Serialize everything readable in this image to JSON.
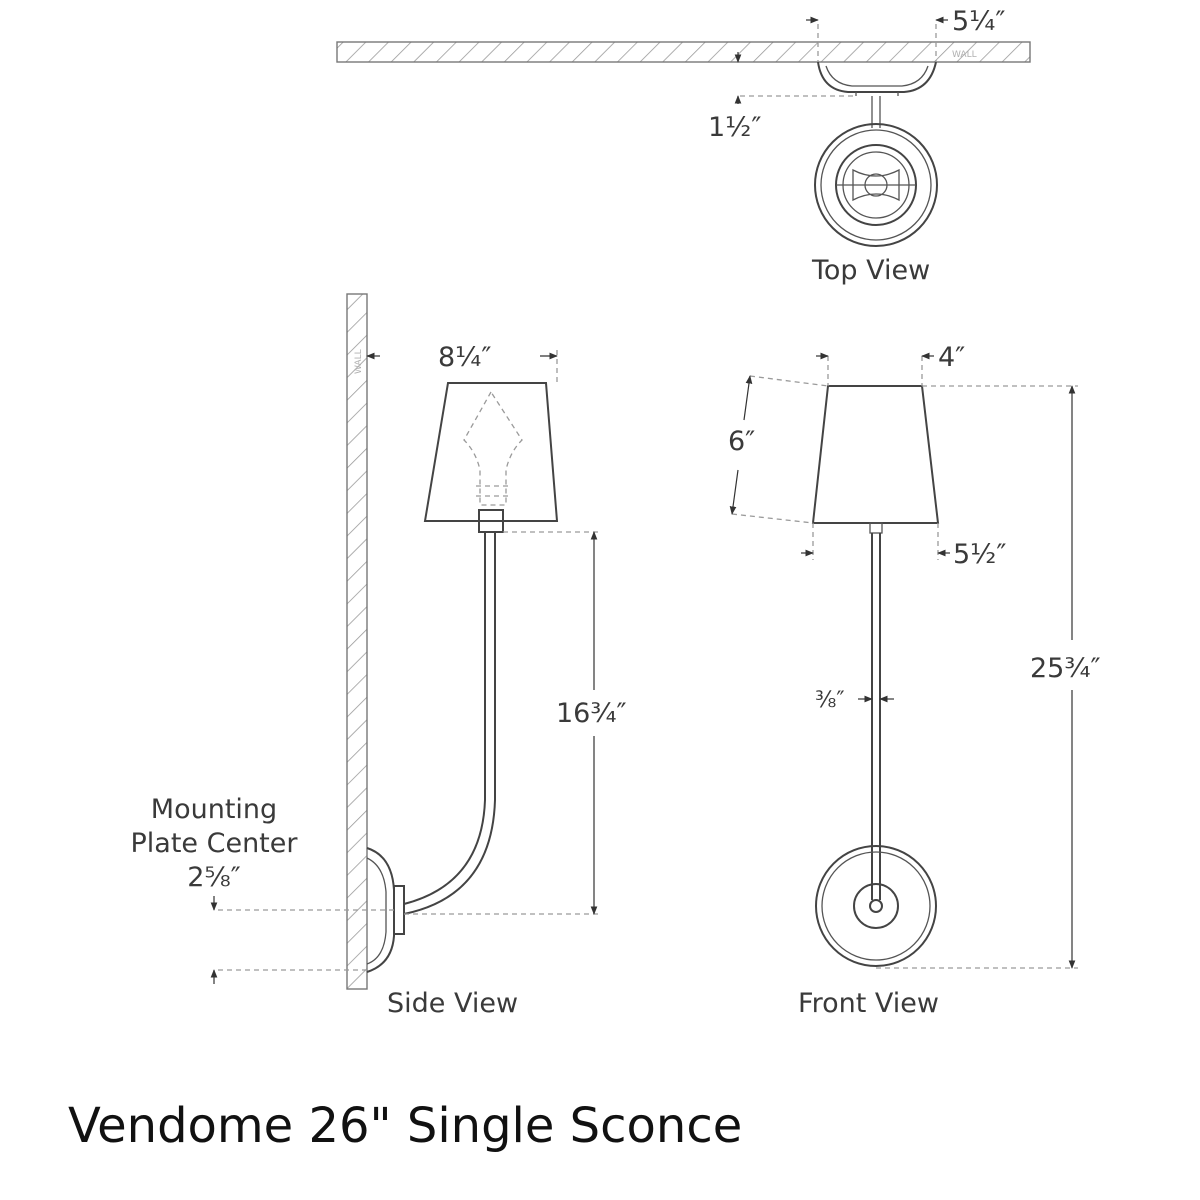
{
  "colors": {
    "line": "#444444",
    "hatch": "#9a9a9a",
    "text": "#3a3a3a"
  },
  "views": {
    "top": "Top View",
    "side": "Side View",
    "front": "Front View"
  },
  "wall_label": "WALL",
  "dimensions": {
    "top_depth": "5¼″",
    "top_backplate": "1½″",
    "side_extension": "8¼″",
    "side_arm_height": "16¾″",
    "mounting_line1": "Mounting",
    "mounting_line2": "Plate Center",
    "mounting_value": "2⅝″",
    "shade_top": "4″",
    "shade_height": "6″",
    "shade_bottom": "5½″",
    "stem": "⅜″",
    "overall_height": "25¾″"
  },
  "caption": "Vendome 26\" Single Sconce"
}
